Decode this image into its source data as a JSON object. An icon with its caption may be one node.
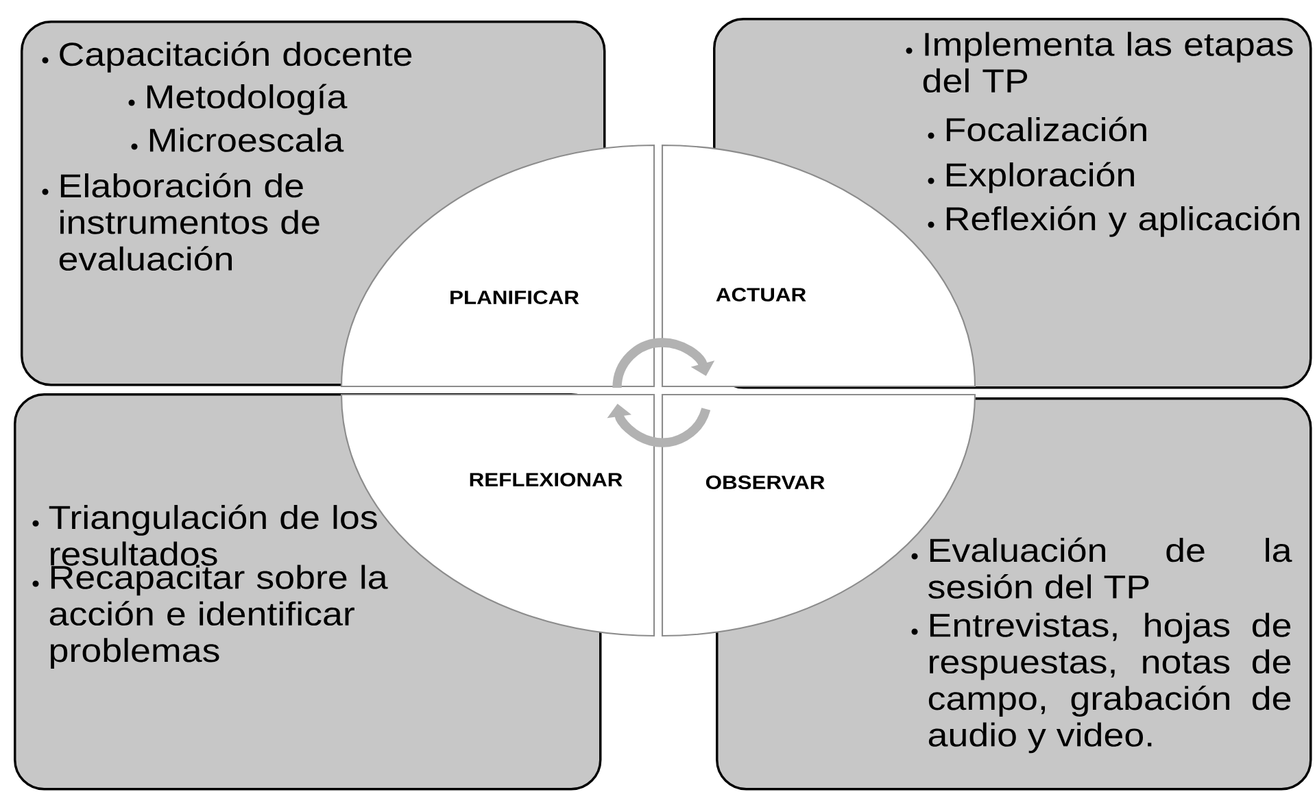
{
  "diagram": {
    "nodes": [
      {
        "text": [
          "Capacitación docente",
          "Metodología",
          "Microescala",
          "Elaboración de instrumentos de evaluación"
        ]
      },
      {
        "text": [
          "Implementa las etapas del TP",
          "Focalización",
          "Exploración",
          "Reflexión y aplicación"
        ]
      },
      {
        "text": [
          "Triangulación de los resultados",
          "Recapacitar sobre la acción e identificar problemas"
        ]
      },
      {
        "text": [
          "Evaluación de la sesión del TP",
          "Entrevistas, hojas de respuestas, notas de campo, grabación de audio y video."
        ]
      },
      {
        "text": [
          "PLANIFICAR"
        ]
      },
      {
        "text": [
          "ACTUAR"
        ]
      },
      {
        "text": [
          "REFLEXIONAR"
        ]
      },
      {
        "text": [
          "OBSERVAR"
        ]
      }
    ],
    "edges": [
      {
        "from": 4,
        "to": 5,
        "arrow": "to"
      },
      {
        "from": 7,
        "to": 6,
        "arrow": "to"
      }
    ]
  }
}
